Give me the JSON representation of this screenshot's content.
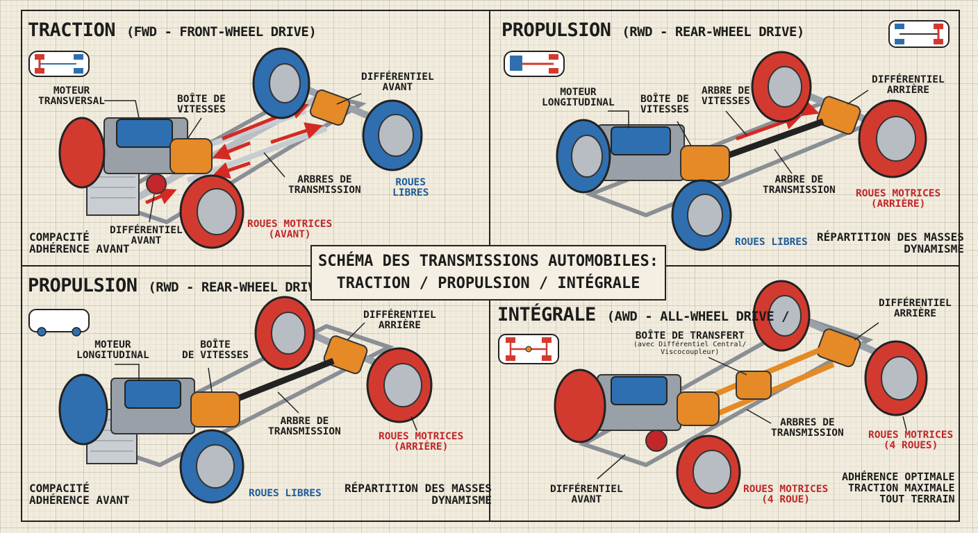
{
  "center_title": {
    "line1": "Schéma des transmissions automobiles:",
    "line2": "Traction / Propulsion / Intégrale"
  },
  "panels": {
    "tl": {
      "title": "TRACTION",
      "subtitle": "(FWD - FRONT-WHEEL DRIVE)",
      "labels": {
        "moteur": [
          "MOTEUR",
          "TRANSVERSAL"
        ],
        "boite": [
          "BOÎTE DE",
          "VITESSES"
        ],
        "diff_av": [
          "DIFFÉRENTIEL",
          "AVANT"
        ],
        "diff_av2": [
          "DIFFÉRENTIEL",
          "AVANT"
        ],
        "arbres": [
          "ARBRES DE",
          "TRANSMISSION"
        ],
        "roues_libres": [
          "ROUES",
          "LIBRES"
        ],
        "roues_motrices": [
          "ROUES MOTRICES",
          "(AVANT)"
        ],
        "notes": [
          "COMPACITÉ",
          "ADHÉRENCE AVANT"
        ]
      }
    },
    "tr": {
      "title": "PROPULSION",
      "subtitle": "(RWD - REAR-WHEEL DRIVE)",
      "labels": {
        "moteur": [
          "MOTEUR",
          "LONGITUDINAL"
        ],
        "boite": [
          "BOÎTE DE",
          "VITESSES"
        ],
        "arbre_v": [
          "ARBRE DE",
          "VITESSES"
        ],
        "diff_ar": [
          "DIFFÉRENTIEL",
          "ARRIÈRE"
        ],
        "arbre_t": [
          "ARBRE DE",
          "TRANSMISSION"
        ],
        "roues_motrices": [
          "ROUES MOTRICES",
          "(ARRIÈRE)"
        ],
        "roues_libres": "ROUES LIBRES",
        "notes": [
          "RÉPARTITION DES MASSES",
          "DYNAMISME"
        ]
      }
    },
    "bl": {
      "title": "PROPULSION",
      "subtitle": "(RWD - REAR-WHEEL DRIVE)",
      "labels": {
        "moteur": [
          "MOTEUR",
          "LONGITUDINAL"
        ],
        "boite": [
          "BOÎTE",
          "DE VITESSES"
        ],
        "diff_ar": [
          "DIFFÉRENTIEL",
          "ARRIÈRE"
        ],
        "arbre_t": [
          "ARBRE DE",
          "TRANSMISSION"
        ],
        "roues_motrices": [
          "ROUES MOTRICES",
          "(ARRIÈRE)"
        ],
        "roues_libres": "ROUES LIBRES",
        "notes_left": [
          "COMPACITÉ",
          "ADHÉRENCE AVANT"
        ],
        "notes_right": [
          "RÉPARTITION DES MASSES",
          "DYNAMISME"
        ]
      }
    },
    "br": {
      "title": "INTÉGRALE",
      "subtitle": "(AWD - ALL-WHEEL DRIVE /",
      "labels": {
        "boite_transfert": [
          "BOÎTE DE TRANSFERT",
          "(avec Différentiel Central/",
          "Viscocoupleur)"
        ],
        "diff_ar": [
          "DIFFÉRENTIEL",
          "ARRIÈRE"
        ],
        "arbres": [
          "ARBRES DE",
          "TRANSMISSION"
        ],
        "diff_av": [
          "DIFFÉRENTIEL",
          "AVANT"
        ],
        "roues_motrices_front": [
          "ROUES MOTRICES",
          "(4 ROUE)"
        ],
        "roues_motrices_rear": [
          "ROUES MOTRICES",
          "(4 ROUES)"
        ],
        "notes": [
          "ADHÉRENCE OPTIMALE",
          "TRACTION MAXIMALE",
          "TOUT TERRAIN"
        ]
      }
    }
  },
  "colors": {
    "drive_wheel": "#d23a30",
    "free_wheel": "#2f6fb0",
    "gearbox": "#e58a27",
    "engine": "#2d6fb0",
    "arrow": "#d42a22",
    "ink": "#1c1c1c"
  }
}
